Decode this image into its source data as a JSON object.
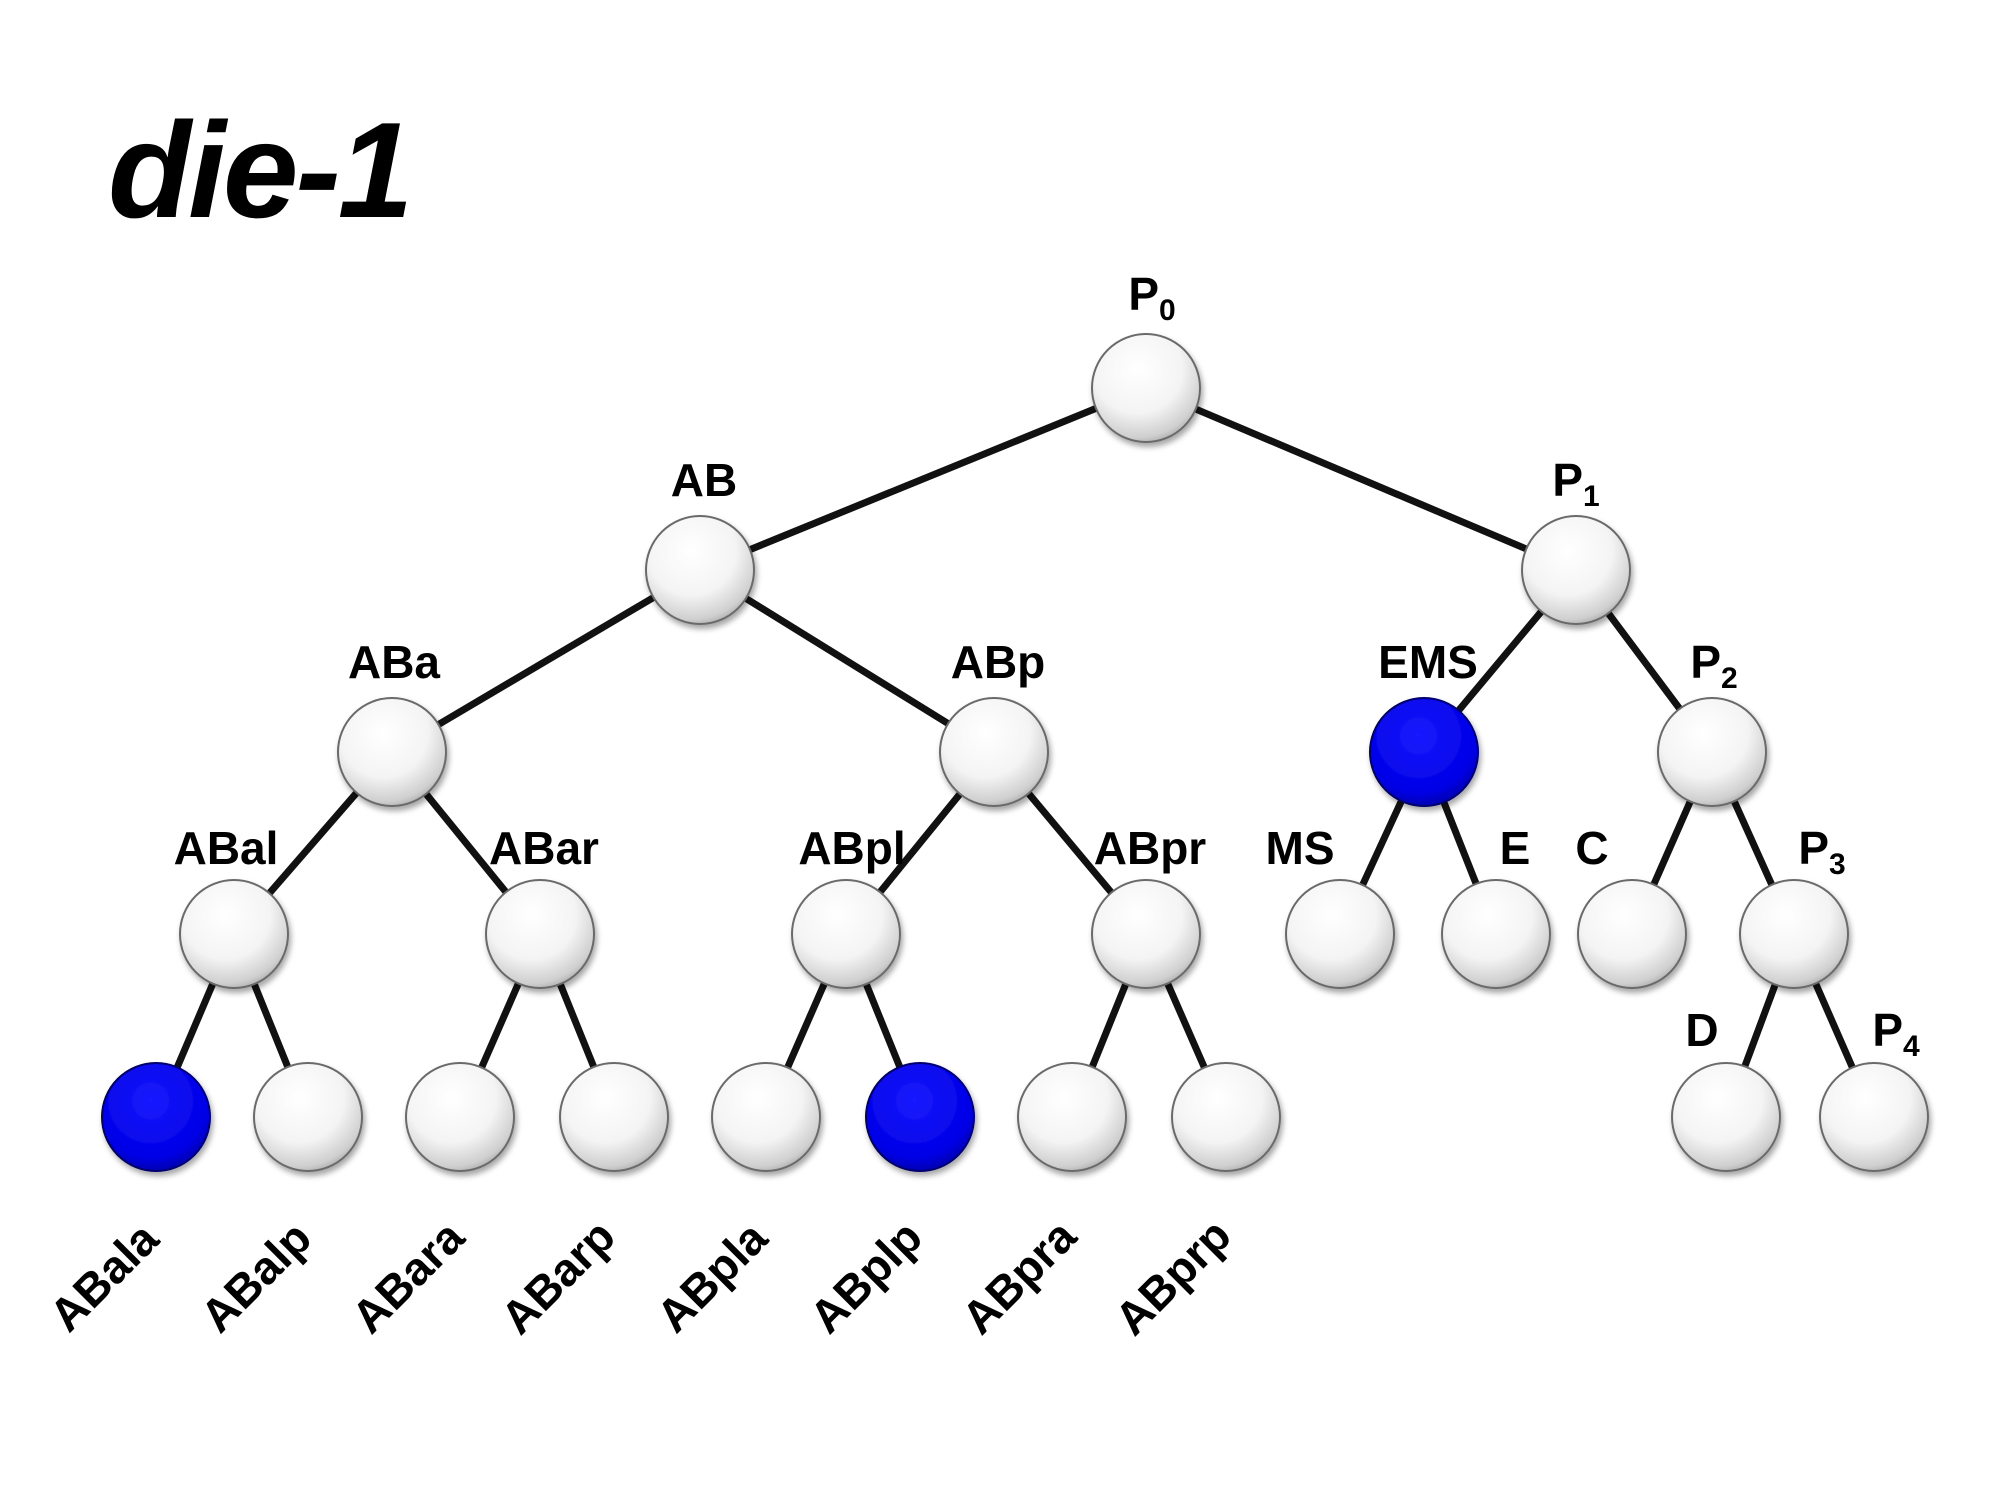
{
  "title": "die-1",
  "colors": {
    "highlight": "#0000ee",
    "normal": "#f4f4f4",
    "edge": "#111111"
  },
  "nodes": [
    {
      "id": "P0",
      "label": "P",
      "sub": "0",
      "highlighted": false
    },
    {
      "id": "AB",
      "label": "AB",
      "highlighted": false
    },
    {
      "id": "P1",
      "label": "P",
      "sub": "1",
      "highlighted": false
    },
    {
      "id": "ABa",
      "label": "ABa",
      "highlighted": false
    },
    {
      "id": "ABp",
      "label": "ABp",
      "highlighted": false
    },
    {
      "id": "EMS",
      "label": "EMS",
      "highlighted": true
    },
    {
      "id": "P2",
      "label": "P",
      "sub": "2",
      "highlighted": false
    },
    {
      "id": "ABal",
      "label": "ABal",
      "highlighted": false
    },
    {
      "id": "ABar",
      "label": "ABar",
      "highlighted": false
    },
    {
      "id": "ABpl",
      "label": "ABpl",
      "highlighted": false
    },
    {
      "id": "ABpr",
      "label": "ABpr",
      "highlighted": false
    },
    {
      "id": "MS",
      "label": "MS",
      "highlighted": false
    },
    {
      "id": "E",
      "label": "E",
      "highlighted": false
    },
    {
      "id": "C",
      "label": "C",
      "highlighted": false
    },
    {
      "id": "P3",
      "label": "P",
      "sub": "3",
      "highlighted": false
    },
    {
      "id": "ABala",
      "label": "ABala",
      "highlighted": true
    },
    {
      "id": "ABalp",
      "label": "ABalp",
      "highlighted": false
    },
    {
      "id": "ABara",
      "label": "ABara",
      "highlighted": false
    },
    {
      "id": "ABarp",
      "label": "ABarp",
      "highlighted": false
    },
    {
      "id": "ABpla",
      "label": "ABpla",
      "highlighted": false
    },
    {
      "id": "ABplp",
      "label": "ABplp",
      "highlighted": true
    },
    {
      "id": "ABpra",
      "label": "ABpra",
      "highlighted": false
    },
    {
      "id": "ABprp",
      "label": "ABprp",
      "highlighted": false
    },
    {
      "id": "D",
      "label": "D",
      "highlighted": false
    },
    {
      "id": "P4",
      "label": "P",
      "sub": "4",
      "highlighted": false
    }
  ],
  "edges": [
    [
      "P0",
      "AB"
    ],
    [
      "P0",
      "P1"
    ],
    [
      "AB",
      "ABa"
    ],
    [
      "AB",
      "ABp"
    ],
    [
      "P1",
      "EMS"
    ],
    [
      "P1",
      "P2"
    ],
    [
      "ABa",
      "ABal"
    ],
    [
      "ABa",
      "ABar"
    ],
    [
      "ABp",
      "ABpl"
    ],
    [
      "ABp",
      "ABpr"
    ],
    [
      "EMS",
      "MS"
    ],
    [
      "EMS",
      "E"
    ],
    [
      "P2",
      "C"
    ],
    [
      "P2",
      "P3"
    ],
    [
      "ABal",
      "ABala"
    ],
    [
      "ABal",
      "ABalp"
    ],
    [
      "ABar",
      "ABara"
    ],
    [
      "ABar",
      "ABarp"
    ],
    [
      "ABpl",
      "ABpla"
    ],
    [
      "ABpl",
      "ABplp"
    ],
    [
      "ABpr",
      "ABpra"
    ],
    [
      "ABpr",
      "ABprp"
    ],
    [
      "P3",
      "D"
    ],
    [
      "P3",
      "P4"
    ]
  ]
}
